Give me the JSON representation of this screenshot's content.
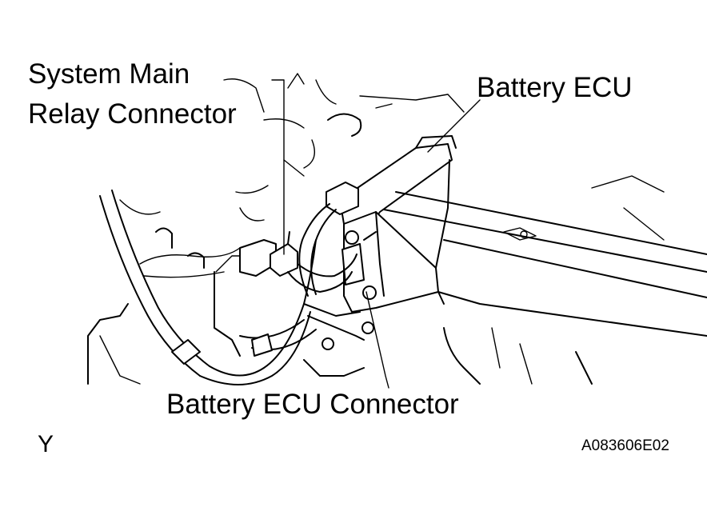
{
  "labels": {
    "relay_line1": "System Main",
    "relay_line2": "Relay Connector",
    "battery_ecu": "Battery ECU",
    "ecu_connector": "Battery ECU Connector",
    "view_letter": "Y",
    "figure_code": "A083606E02"
  },
  "colors": {
    "ink": "#000000",
    "paper": "#ffffff"
  }
}
